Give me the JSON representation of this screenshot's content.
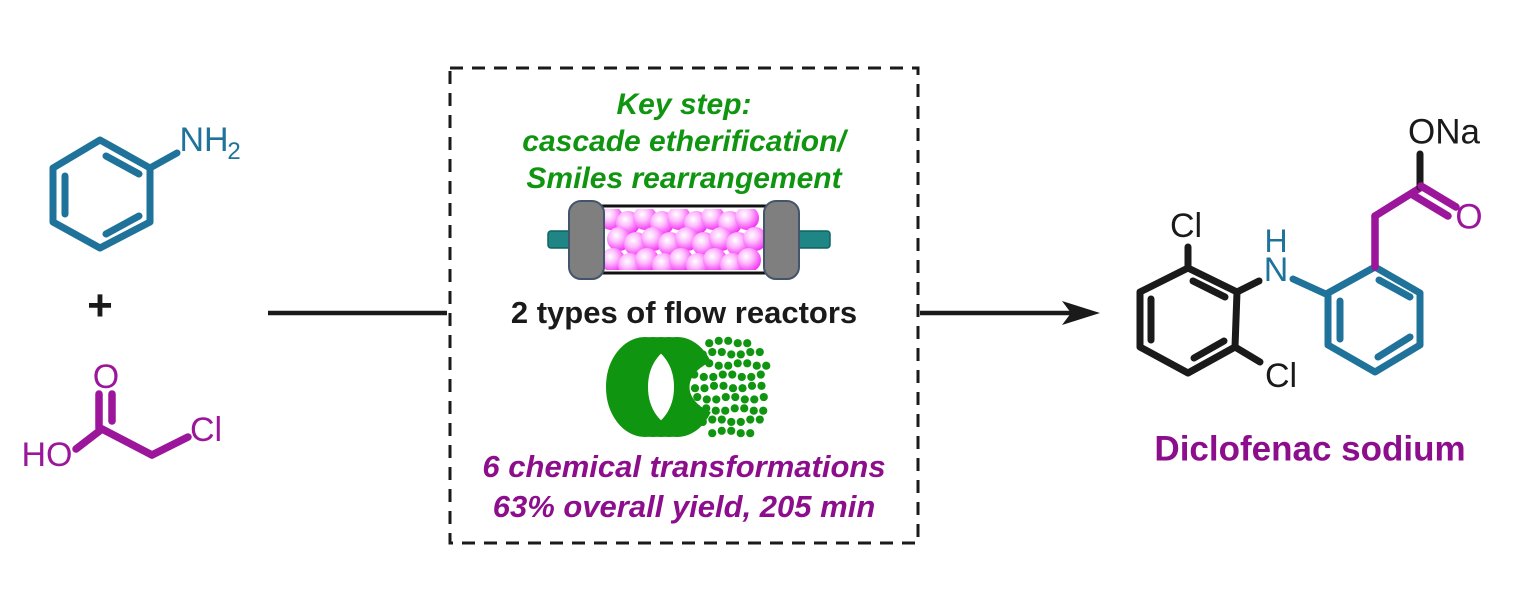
{
  "reactants": {
    "aniline": {
      "amine_label": "NH",
      "amine_subscript": "2"
    },
    "plus_sign": "+",
    "chloroacetic_acid": {
      "carbonyl_o_label": "O",
      "hydroxyl_label": "HO",
      "chloro_label": "Cl"
    }
  },
  "process_box": {
    "key_step_lines": [
      "Key step:",
      "cascade etherification/",
      "Smiles rearrangement"
    ],
    "reactors_label": "2 types of flow reactors",
    "summary_lines": [
      "6 chemical transformations",
      "63% overall yield, 205 min"
    ]
  },
  "product": {
    "name": "Diclofenac sodium",
    "labels": {
      "cl_top": "Cl",
      "cl_bottom": "Cl",
      "amine_h": "H",
      "amine_n": "N",
      "carboxylate": "ONa",
      "carbonyl_o": "O"
    }
  },
  "icons": {
    "packed_bed_reactor": "gray-capped tube packed with pink catalyst beads, teal inlet and outlet",
    "coil_reactor": "green coiled-tubing flow reactor"
  },
  "colors": {
    "blue": "#1f7299",
    "purple": "#9c169c",
    "purpletext": "#8c0e8c",
    "green": "#109510",
    "black": "#1a1a1a",
    "teal": "#1f8585",
    "gray": "#7f7f7f",
    "grayline": "#44546a",
    "bead_pink": "#f242f2"
  }
}
